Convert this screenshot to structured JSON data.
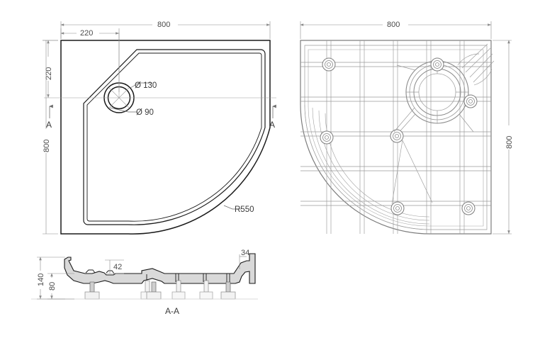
{
  "drawing": {
    "type": "technical-drawing",
    "subject": "quadrant shower tray",
    "views": [
      {
        "id": "plan-top",
        "name": "Top plan view"
      },
      {
        "id": "plan-bottom",
        "name": "Underside plan view"
      },
      {
        "id": "section-aa",
        "name": "Section A-A"
      }
    ]
  },
  "top_view": {
    "dim_width": "800",
    "dim_height": "800",
    "dim_drain_x": "220",
    "dim_drain_y": "220",
    "drain_outer": "Ø 130",
    "drain_inner": "Ø 90",
    "radius": "R550",
    "section_mark_left": "A",
    "section_mark_right": "A"
  },
  "bottom_view": {
    "dim_width": "800",
    "dim_height": "800"
  },
  "section_view": {
    "caption": "A-A",
    "dim_total_height": "140",
    "dim_foot_height": "80",
    "dim_inner_step": "42",
    "dim_rim_thickness": "34"
  },
  "colors": {
    "line": "#1a1a1a",
    "thin_line": "#6b6b6b",
    "dim_line": "#8a8a8a",
    "text": "#3a3a3a",
    "hatch_fill": "#d6d6d6",
    "background": "#ffffff"
  }
}
